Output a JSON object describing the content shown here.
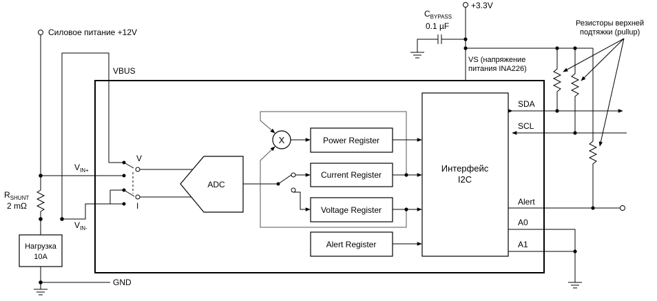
{
  "labels": {
    "power_supply": "Силовое питание +12V",
    "vbus": "VBUS",
    "gnd": "GND",
    "vin_plus_main": "V",
    "vin_plus_sub": "IN+",
    "vin_minus_main": "V",
    "vin_minus_sub": "IN-",
    "rshunt_main": "R",
    "rshunt_sub": "SHUNT",
    "rshunt_value": "2 mΩ",
    "load_line1": "Нагрузка",
    "load_line2": "10A",
    "switch_v": "V",
    "switch_i": "I",
    "adc": "ADC",
    "multiplier": "X",
    "power_register": "Power Register",
    "current_register": "Current Register",
    "voltage_register": "Voltage Register",
    "alert_register": "Alert Register",
    "i2c_line1": "Интерфейс",
    "i2c_line2": "I2C",
    "sda": "SDA",
    "scl": "SCL",
    "alert": "Alert",
    "a0": "A0",
    "a1": "A1",
    "vs_line1": "VS (напряжение",
    "vs_line2": "питания INA226)",
    "supply_3v3": "+3.3V",
    "cbypass_main": "C",
    "cbypass_sub": "BYPASS",
    "cbypass_value": "0.1 µF",
    "pullup_line1": "Резисторы верхней",
    "pullup_line2": "подтяжки (pullup)"
  }
}
